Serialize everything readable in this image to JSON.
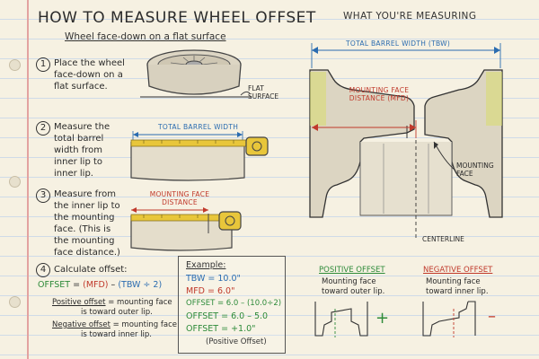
{
  "left": {
    "title": "HOW TO MEASURE WHEEL OFFSET",
    "subtitle": "Wheel face-down on a flat surface",
    "flat_surface_label": "FLAT\nSURFACE",
    "steps": [
      {
        "num": "1",
        "text": "Place the wheel face-down on a flat surface."
      },
      {
        "num": "2",
        "text": "Measure the total barrel width from inner lip to inner lip."
      },
      {
        "num": "3",
        "text": "Measure from the inner lip to the mounting face. (This is the mounting face distance.)"
      },
      {
        "num": "4",
        "text": "Calculate offset:"
      }
    ],
    "step2_label": "TOTAL BARREL WIDTH",
    "step3_label": "MOUNTING FACE\nDISTANCE",
    "formula": {
      "lhs": "OFFSET",
      "eq": "=",
      "mfd": "(MFD)",
      "minus": "–",
      "tbw": "(TBW ÷ 2)"
    },
    "positive_note": {
      "term": "Positive offset",
      "rest": " = mounting face",
      "line2": "is toward outer lip."
    },
    "negative_note": {
      "term": "Negative offset",
      "rest": " = mounting face",
      "line2": "is toward inner lip."
    }
  },
  "example": {
    "title": "Example:",
    "lines": [
      {
        "text": "TBW = 10.0\"",
        "color": "#2b6cb0"
      },
      {
        "text": "MFD = 6.0\"",
        "color": "#c0392b"
      },
      {
        "text": "OFFSET = 6.0 – (10.0÷2)",
        "color": "#2e8b3a"
      },
      {
        "text": "OFFSET = 6.0 – 5.0",
        "color": "#2e8b3a"
      },
      {
        "text": "OFFSET = +1.0\"",
        "color": "#2e8b3a"
      }
    ],
    "note": "(Positive Offset)"
  },
  "right": {
    "title": "WHAT YOU'RE MEASURING",
    "tbw_label": "TOTAL BARREL WIDTH (TBW)",
    "mfd_label": "MOUNTING FACE\nDISTANCE (MFD)",
    "mounting_face_label": "MOUNTING\nFACE",
    "centerline_label": "CENTERLINE",
    "positive": {
      "title": "POSITIVE OFFSET",
      "text": "Mounting face toward outer lip.",
      "sign": "+"
    },
    "negative": {
      "title": "NEGATIVE OFFSET",
      "text": "Mounting face toward inner lip.",
      "sign": "–"
    }
  },
  "colors": {
    "blue": "#2b6cb0",
    "red": "#c0392b",
    "green": "#2e8b3a",
    "tape": "#e8c63a"
  }
}
